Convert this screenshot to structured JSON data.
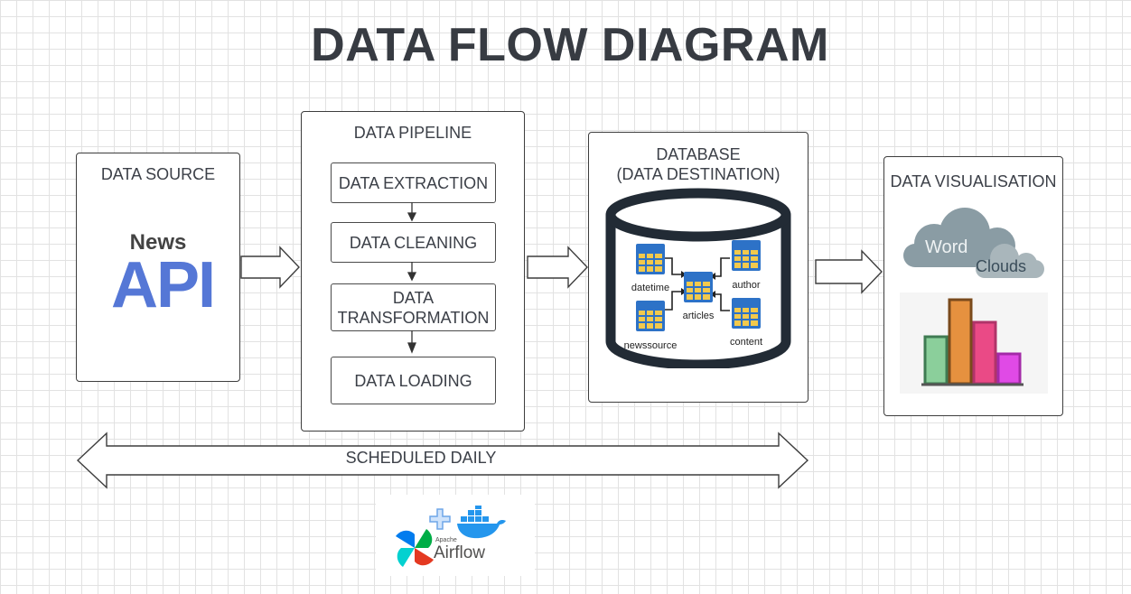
{
  "title": "DATA FLOW DIAGRAM",
  "source": {
    "title": "DATA SOURCE",
    "logo_top": "News",
    "logo_bottom": "API"
  },
  "pipeline": {
    "title": "DATA PIPELINE",
    "steps": [
      "DATA EXTRACTION",
      "DATA CLEANING",
      "DATA TRANSFORMATION",
      "DATA LOADING"
    ]
  },
  "database": {
    "title_line1": "DATABASE",
    "title_line2": "(DATA DESTINATION)",
    "tables": [
      "datetime",
      "articles",
      "author",
      "newssource",
      "content"
    ]
  },
  "visualisation": {
    "title": "DATA VISUALISATION",
    "cloud_word1": "Word",
    "cloud_word2": "Clouds"
  },
  "schedule": {
    "label": "SCHEDULED DAILY"
  },
  "tools": {
    "airflow_small": "Apache",
    "airflow_name": "Airflow"
  },
  "colors": {
    "api_blue": "#5577d6",
    "db_outline": "#222b35",
    "table_blue": "#2d72c7",
    "table_yellow": "#f2c94c",
    "bar_green": "#8bcf9b",
    "bar_orange": "#e6913f",
    "bar_pink": "#ea4a86",
    "bar_magenta": "#e04ae6"
  }
}
